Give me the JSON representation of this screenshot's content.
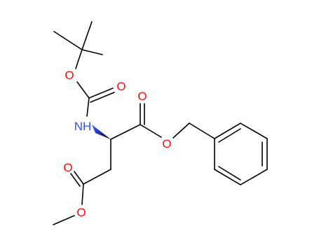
{
  "molecule": {
    "atom_labels": {
      "o_ether_boc": "O",
      "o_carbonyl_boc": "O",
      "nh": "NH",
      "o_carbonyl_bn": "O",
      "o_ester_bn": "O",
      "o_carbonyl_me": "O",
      "o_ester_me": "O"
    },
    "colors": {
      "oxygen": "#ff0d0d",
      "nitrogen": "#3050f8",
      "bond": "#000000",
      "wedge_from": "#000000",
      "wedge_to": "#3050f8"
    }
  }
}
